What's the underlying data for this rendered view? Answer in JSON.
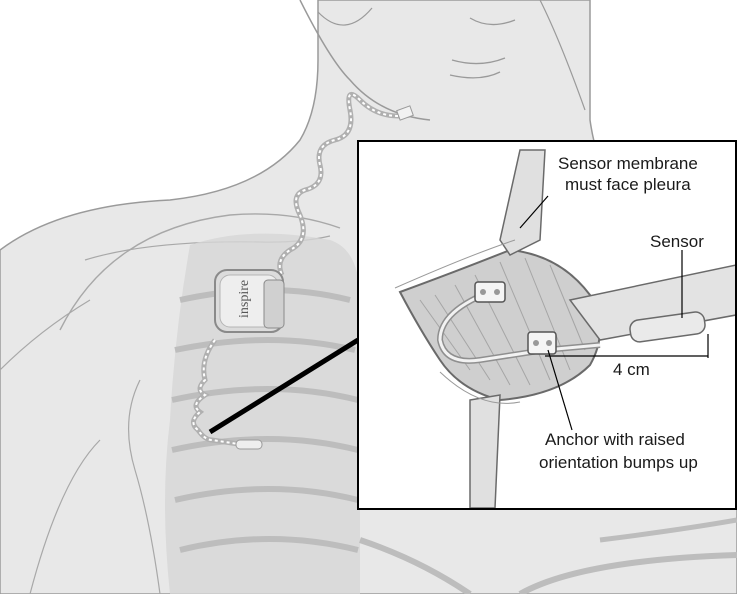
{
  "labels": {
    "sensor_membrane_line1": "Sensor membrane",
    "sensor_membrane_line2": "must face pleura",
    "sensor": "Sensor",
    "distance": "4 cm",
    "anchor_line1": "Anchor with raised",
    "anchor_line2": "orientation bumps up"
  },
  "device_brand": "inspire",
  "colors": {
    "body_fill": "#e6e6e6",
    "body_line": "#9a9a9a",
    "lung_fill": "#d0d0d0",
    "tissue": "#b9b9b9",
    "leader": "#000000"
  }
}
